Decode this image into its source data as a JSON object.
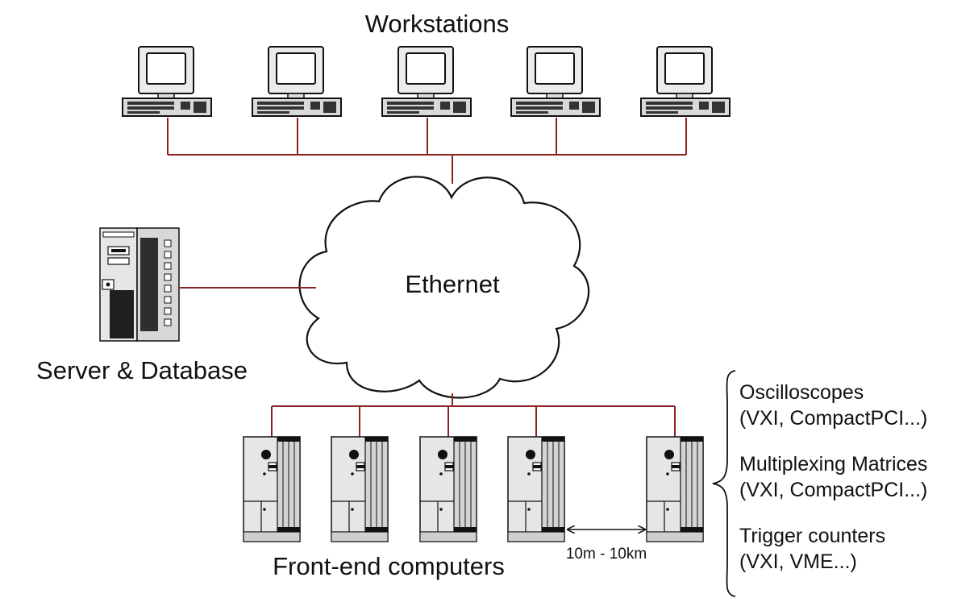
{
  "title": "Workstations",
  "network_label": "Ethernet",
  "server_label": "Server & Database",
  "frontend_label": "Front-end computers",
  "distance_label": "10m - 10km",
  "instruments": [
    {
      "name": "Oscilloscopes",
      "buses": "(VXI, CompactPCI...)"
    },
    {
      "name": "Multiplexing Matrices",
      "buses": "(VXI, CompactPCI...)"
    },
    {
      "name": "Trigger counters",
      "buses": "(VXI, VME...)"
    }
  ],
  "colors": {
    "wire": "#8b2323",
    "device_fill": "#e8e8e8",
    "device_dark": "#333333"
  },
  "icons": {
    "workstation": "workstation-icon",
    "server": "server-tower-icon",
    "frontend": "crate-computer-icon",
    "network": "cloud-icon"
  }
}
